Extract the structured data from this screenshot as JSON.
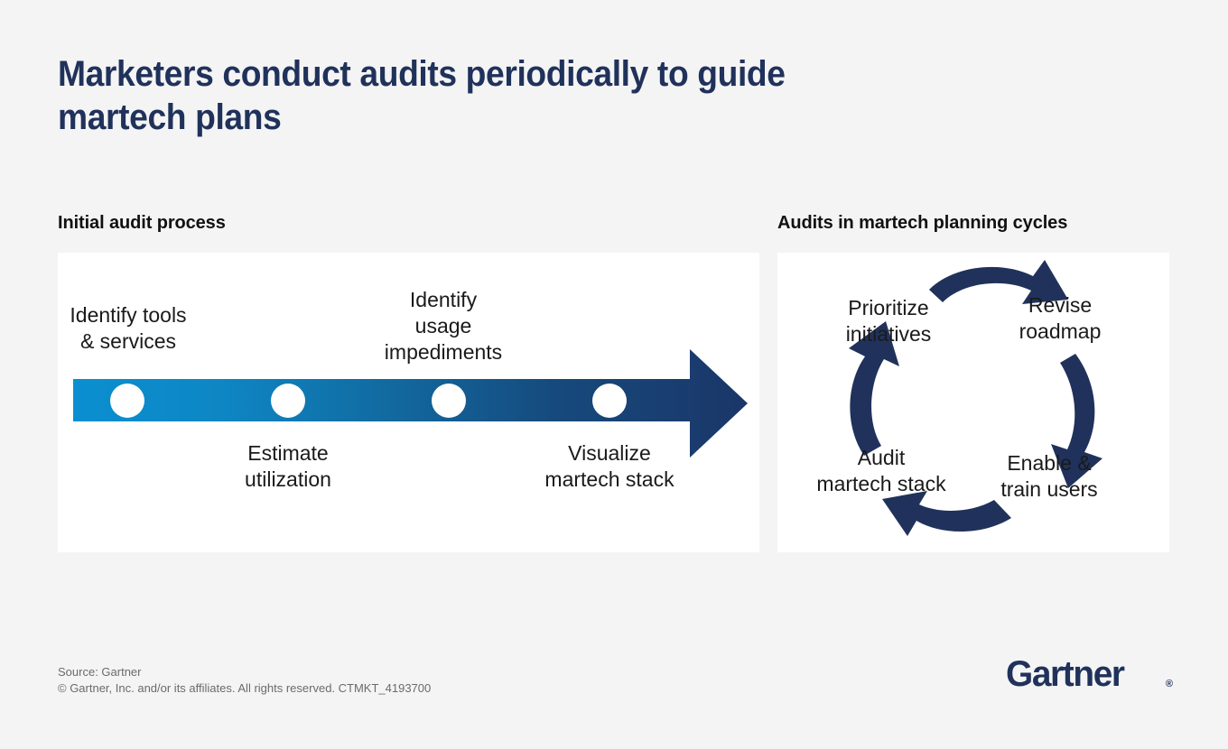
{
  "page": {
    "title": "Marketers conduct audits periodically to guide\nmartech plans",
    "background_color": "#f4f4f4",
    "title_color": "#20325b"
  },
  "left_panel": {
    "heading": "Initial audit process",
    "arrow": {
      "gradient_start_color": "#0a8fd0",
      "gradient_end_color": "#1b3668",
      "marker_count": 4,
      "marker_color": "#ffffff"
    },
    "steps": [
      {
        "label": "Identify tools\n& services",
        "position": "above"
      },
      {
        "label": "Estimate\nutilization",
        "position": "below"
      },
      {
        "label": "Identify\nusage\nimpediments",
        "position": "above"
      },
      {
        "label": "Visualize\nmartech stack",
        "position": "below"
      }
    ]
  },
  "right_panel": {
    "heading": "Audits in martech planning cycles",
    "cycle": {
      "direction": "clockwise",
      "arrow_color": "#20325b",
      "stages": [
        {
          "label": "Prioritize\ninitiatives",
          "position": "top-left"
        },
        {
          "label": "Revise\nroadmap",
          "position": "top-right"
        },
        {
          "label": "Enable &\ntrain users",
          "position": "bottom-right"
        },
        {
          "label": "Audit\nmartech stack",
          "position": "bottom-left"
        }
      ]
    }
  },
  "footer": {
    "source": "Source: Gartner\n© Gartner, Inc. and/or its affiliates. All rights reserved. CTMKT_4193700",
    "logo_text": "Gartner",
    "logo_registered_mark": "®",
    "logo_color": "#20325b"
  }
}
